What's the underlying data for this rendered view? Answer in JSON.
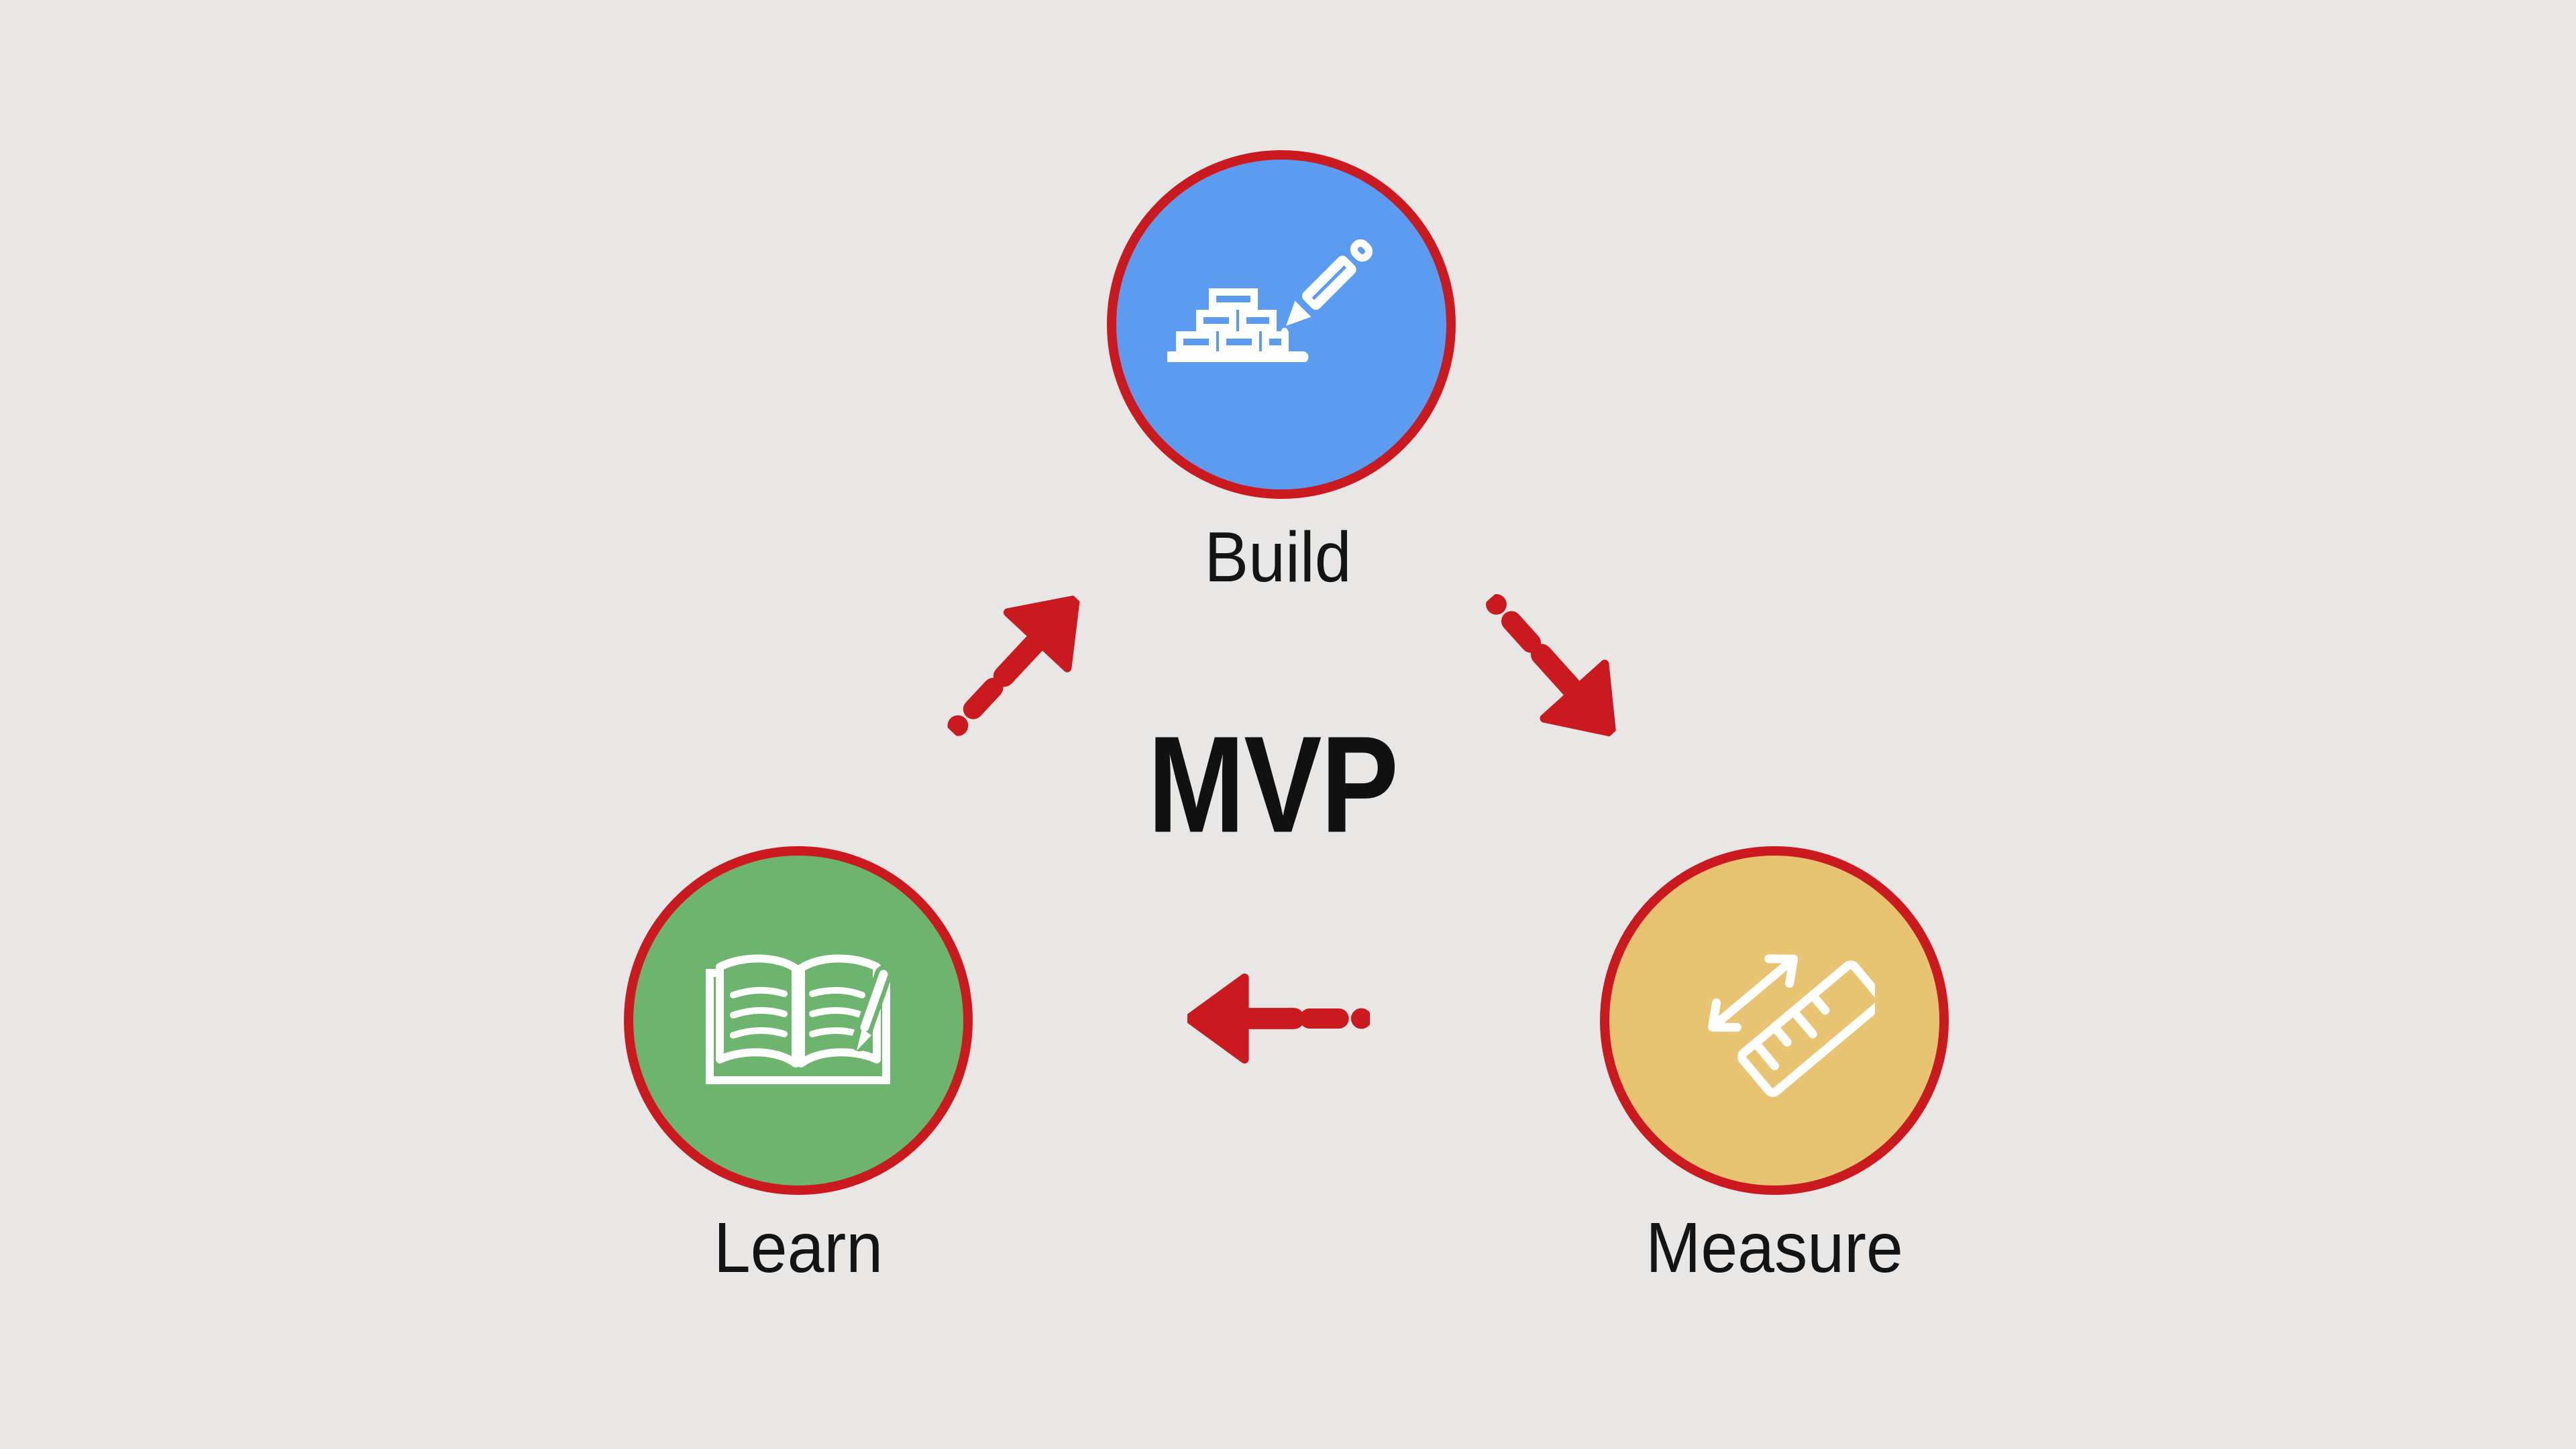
{
  "center_label": "MVP",
  "nodes": [
    {
      "id": "build",
      "label": "Build",
      "icon": "bricks-and-pencil-icon",
      "color": "#5b9bf0"
    },
    {
      "id": "learn",
      "label": "Learn",
      "icon": "open-book-icon",
      "color": "#6db46f"
    },
    {
      "id": "measure",
      "label": "Measure",
      "icon": "ruler-icon",
      "color": "#e8c472"
    }
  ],
  "arrows": [
    {
      "from": "learn",
      "to": "build",
      "style": "dashed",
      "color": "#cb1a1f"
    },
    {
      "from": "build",
      "to": "measure",
      "style": "dashed",
      "color": "#cb1a1f"
    },
    {
      "from": "measure",
      "to": "learn",
      "style": "dashed",
      "color": "#cb1a1f"
    }
  ],
  "colors": {
    "bg": "#e9e6e6",
    "red": "#cb1a1f",
    "blue": "#5b9bf0",
    "green": "#6db46f",
    "gold": "#e8c472",
    "ink": "#141414"
  }
}
